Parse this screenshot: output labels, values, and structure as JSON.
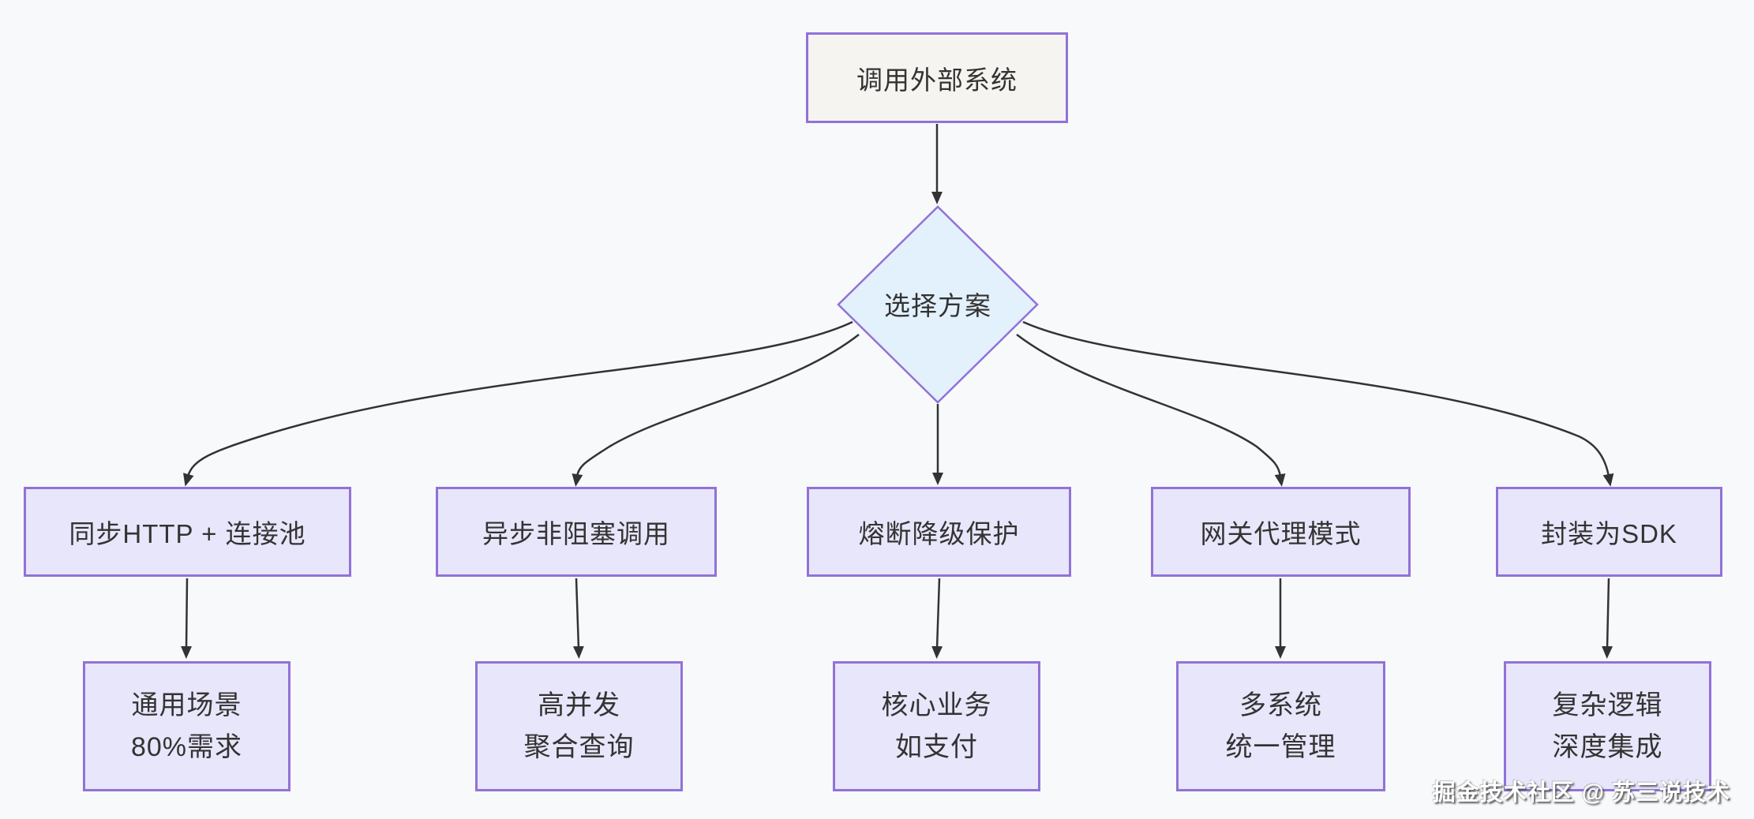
{
  "flowchart": {
    "root": {
      "label": "调用外部系统"
    },
    "decision": {
      "label": "选择方案"
    },
    "options": [
      {
        "label": "同步HTTP + 连接池",
        "detail": {
          "line1": "通用场景",
          "line2": "80%需求"
        }
      },
      {
        "label": "异步非阻塞调用",
        "detail": {
          "line1": "高并发",
          "line2": "聚合查询"
        }
      },
      {
        "label": "熔断降级保护",
        "detail": {
          "line1": "核心业务",
          "line2": "如支付"
        }
      },
      {
        "label": "网关代理模式",
        "detail": {
          "line1": "多系统",
          "line2": "统一管理"
        }
      },
      {
        "label": "封装为SDK",
        "detail": {
          "line1": "复杂逻辑",
          "line2": "深度集成"
        }
      }
    ],
    "watermark": "掘金技术社区 @ 苏三说技术",
    "colors": {
      "background": "#f8f9fb",
      "root_fill": "#f5f4f1",
      "decision_fill": "#e3f1fc",
      "option_fill": "#e8e6fa",
      "node_border": "#9172d8",
      "edge": "#333333",
      "text": "#333333",
      "watermark_text": "#ffffff"
    }
  }
}
